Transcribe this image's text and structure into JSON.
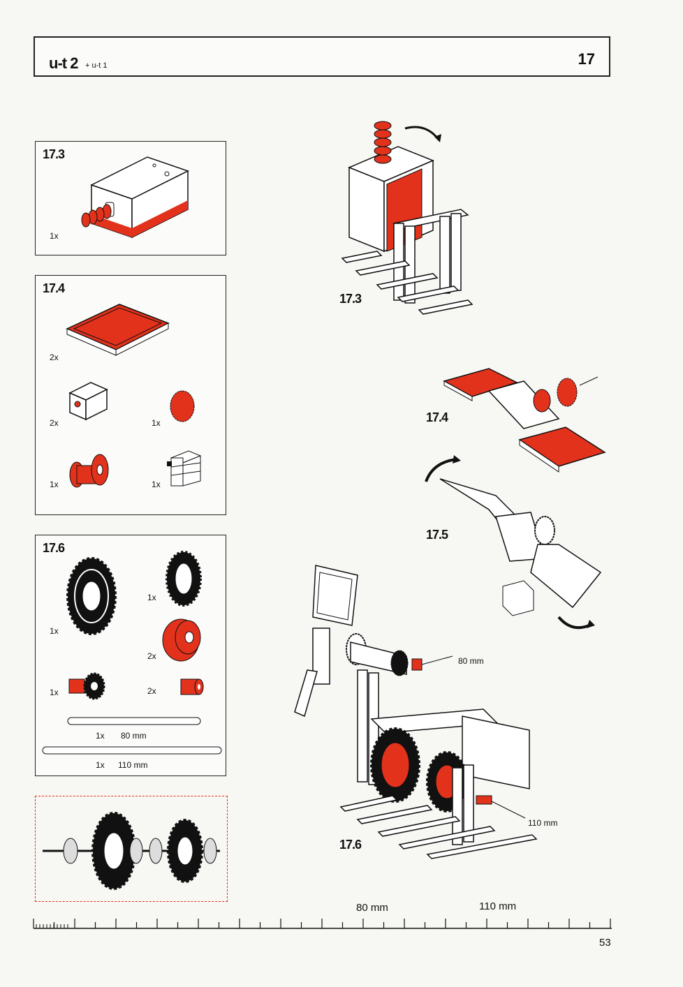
{
  "header": {
    "title": "u-t 2",
    "subtitle": "+ u-t 1",
    "page_section": "17"
  },
  "parts_panels": [
    {
      "id": "17.3",
      "title": "17.3",
      "items": [
        {
          "icon": "motor-with-worm",
          "count": "1x"
        }
      ]
    },
    {
      "id": "17.4",
      "title": "17.4",
      "items": [
        {
          "icon": "red-square-plate",
          "count": "2x"
        },
        {
          "icon": "white-building-block",
          "count": "2x"
        },
        {
          "icon": "red-gear-small",
          "count": "1x"
        },
        {
          "icon": "red-hub",
          "count": "1x"
        },
        {
          "icon": "white-clip-block",
          "count": "1x"
        }
      ]
    },
    {
      "id": "17.6",
      "title": "17.6",
      "items": [
        {
          "icon": "large-black-gear",
          "count": "1x"
        },
        {
          "icon": "medium-black-gear",
          "count": "1x"
        },
        {
          "icon": "red-hub-nut",
          "count": "2x"
        },
        {
          "icon": "small-pinion",
          "count": "1x"
        },
        {
          "icon": "red-sleeve",
          "count": "2x"
        },
        {
          "icon": "axle",
          "count": "1x",
          "length": "80 mm"
        },
        {
          "icon": "axle",
          "count": "1x",
          "length": "110 mm"
        }
      ]
    }
  ],
  "steps": {
    "s173": "17.3",
    "s174": "17.4",
    "s175": "17.5",
    "s176": "17.6",
    "axle_80": "80 mm",
    "axle_110": "110 mm"
  },
  "ruler": {
    "label_80": "80 mm",
    "label_110": "110 mm"
  },
  "page_number": "53",
  "colors": {
    "accent_red": "#e2321c",
    "line": "#1a1a1a",
    "paper": "#f7f7f4"
  }
}
